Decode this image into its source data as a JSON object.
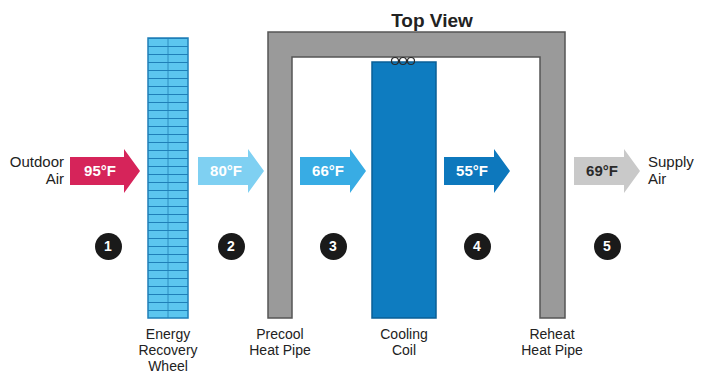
{
  "diagram": {
    "title": "Top View",
    "nodes": [
      {
        "text": [
          "95°F"
        ]
      },
      {
        "text": [
          "80°F"
        ]
      },
      {
        "text": [
          "66°F"
        ]
      },
      {
        "text": [
          "55°F"
        ]
      },
      {
        "text": [
          "69°F"
        ]
      },
      {
        "text": [
          "1"
        ]
      },
      {
        "text": [
          "2"
        ]
      },
      {
        "text": [
          "3"
        ]
      },
      {
        "text": [
          "4"
        ]
      },
      {
        "text": [
          "5"
        ]
      }
    ],
    "labels": [
      "Outdoor Air",
      "Supply Air",
      "Energy Recovery Wheel",
      "Precool Heat Pipe",
      "Cooling Coil",
      "Reheat Heat Pipe"
    ]
  }
}
